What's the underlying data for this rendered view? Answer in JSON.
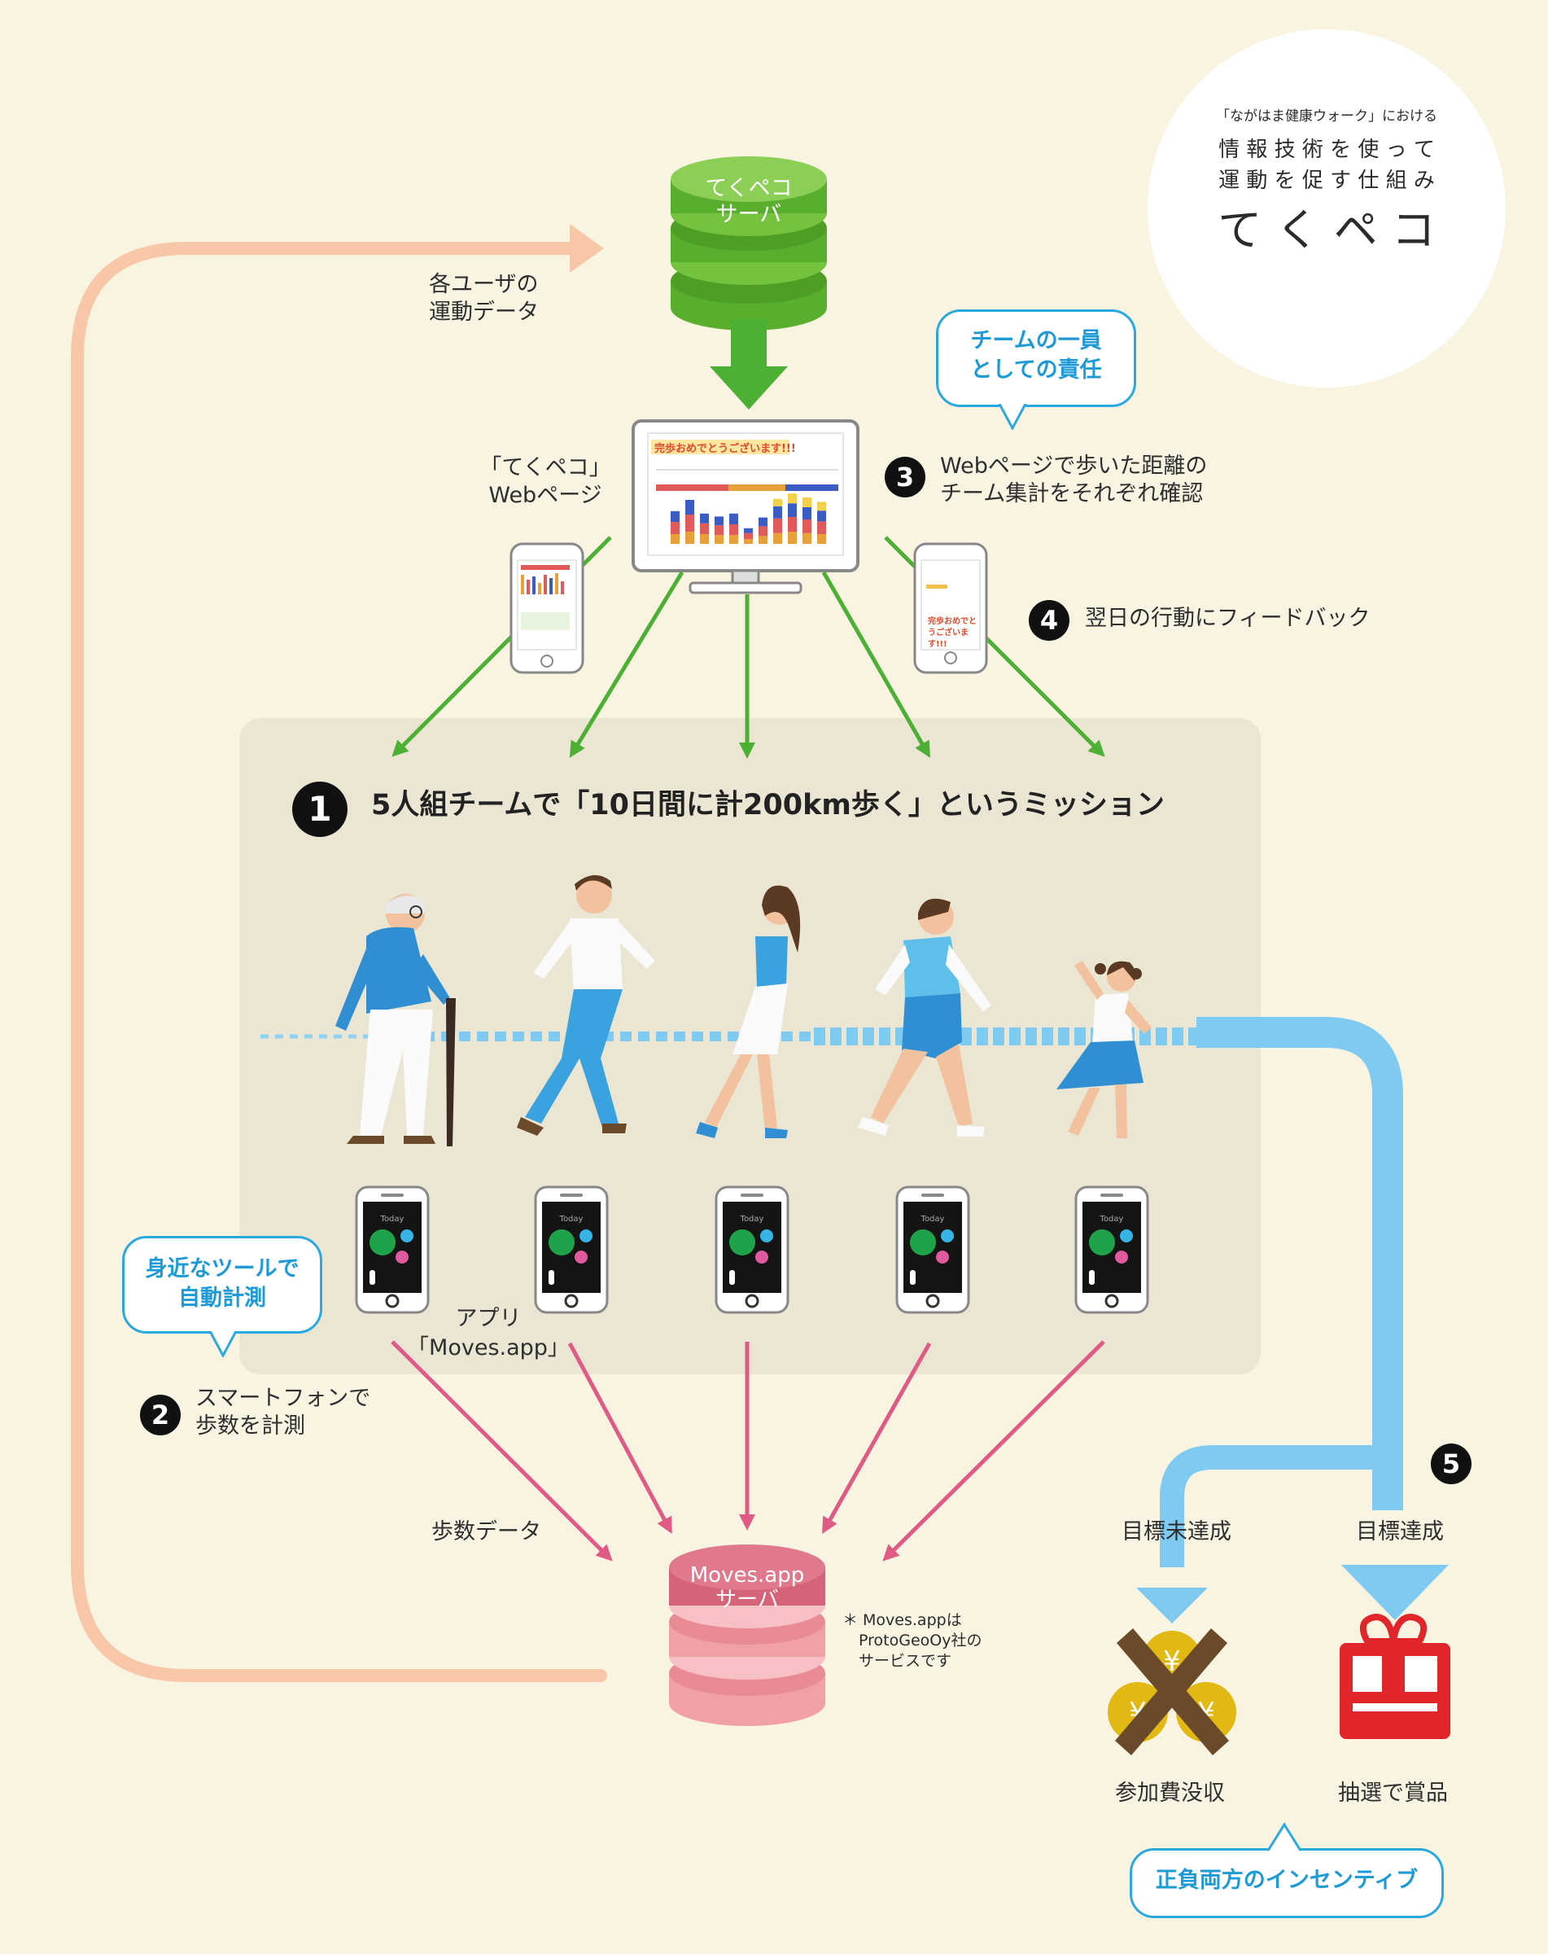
{
  "title": {
    "line1": "「ながはま健康ウォーク」における",
    "line2": "情 報 技 術 を 使 っ て",
    "line3": "運 動 を 促 す 仕 組 み",
    "name": "て く ペ コ",
    "logo_text": "tekupeko"
  },
  "servers": {
    "tekupeko": [
      "てくペコ",
      "サーバ"
    ],
    "moves": [
      "Moves.app",
      "サーバ"
    ]
  },
  "monitor": {
    "headline": "完歩おめでとうございます!!!"
  },
  "phone_small_right": {
    "text": [
      "完歩おめでと",
      "うございま",
      "す!!!"
    ]
  },
  "labels": {
    "user_data": [
      "各ユーザの",
      "運動データ"
    ],
    "web_page": [
      "「てくペコ」",
      "Webページ"
    ],
    "step3": [
      "Webページで歩いた距離の",
      "チーム集計をそれぞれ確認"
    ],
    "step4": "翌日の行動にフィードバック",
    "mission": "5人組チームで「10日間に計200km歩く」というミッション",
    "app": [
      "アプリ",
      "「Moves.app」"
    ],
    "step2": [
      "スマートフォンで",
      "歩数を計測"
    ],
    "step_data": "歩数データ",
    "moves_note": [
      "＊ Moves.appは",
      "ProtoGeoOy社の",
      "サービスです"
    ],
    "goal_fail": "目標未達成",
    "goal_ok": "目標達成",
    "fee": "参加費没収",
    "prize": "抽選で賞品",
    "yen": "¥",
    "phone_today": "Today"
  },
  "numbers": {
    "n1": "1",
    "n2": "2",
    "n3": "3",
    "n4": "4",
    "n5": "5"
  },
  "callouts": {
    "team": [
      "チームの一員",
      "としての責任"
    ],
    "tool": [
      "身近なツールで",
      "自動計測"
    ],
    "incentive": "正負両方のインセンティブ"
  },
  "colors": {
    "background": "#f8f4e1",
    "panel": "#ebe5d3",
    "green_arrow": "#4cb034",
    "pink_arrow": "#e05a86",
    "blue_flow": "#7fcaf0",
    "peach_loop": "#f8c7a8",
    "callout_blue": "#2aa8e0",
    "server_green": "#5aae2e",
    "server_pink": "#f2a0a8",
    "gold": "#e2b813",
    "red_gift": "#e0262b",
    "cross": "#6b4a2a"
  },
  "monitor_chart": {
    "type": "bar",
    "stacks": [
      [
        0.2,
        0.25,
        0.22,
        0.0
      ],
      [
        0.25,
        0.35,
        0.3,
        0.0
      ],
      [
        0.2,
        0.22,
        0.2,
        0.0
      ],
      [
        0.18,
        0.2,
        0.18,
        0.0
      ],
      [
        0.18,
        0.22,
        0.22,
        0.0
      ],
      [
        0.1,
        0.12,
        0.1,
        0.0
      ],
      [
        0.16,
        0.2,
        0.18,
        0.0
      ],
      [
        0.22,
        0.3,
        0.25,
        0.15
      ],
      [
        0.25,
        0.3,
        0.28,
        0.2
      ],
      [
        0.22,
        0.28,
        0.25,
        0.2
      ],
      [
        0.2,
        0.26,
        0.22,
        0.18
      ]
    ]
  }
}
